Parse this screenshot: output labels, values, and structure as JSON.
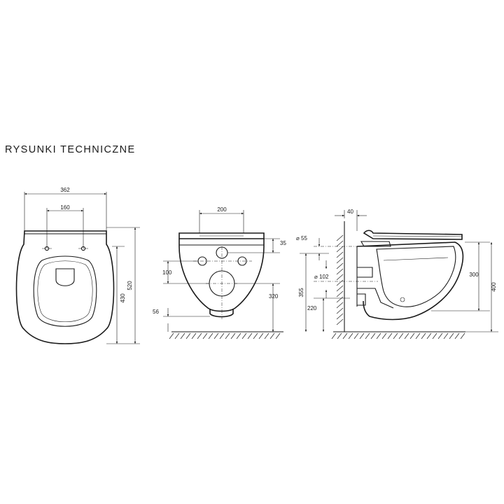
{
  "heading": "RYSUNKI TECHNICZNE",
  "views": {
    "top": {
      "dims": {
        "width": "362",
        "holes": "160",
        "length": "520",
        "seat_length": "430"
      }
    },
    "front": {
      "dims": {
        "top_width": "200",
        "dim_35": "35",
        "dim_100": "100",
        "dim_320": "320",
        "dim_56": "56"
      }
    },
    "side": {
      "dims": {
        "dim_40": "40",
        "d55": "⌀ 55",
        "d102": "⌀ 102",
        "dim_355": "355",
        "dim_220": "220",
        "dim_300": "300",
        "dim_400": "400"
      }
    }
  }
}
